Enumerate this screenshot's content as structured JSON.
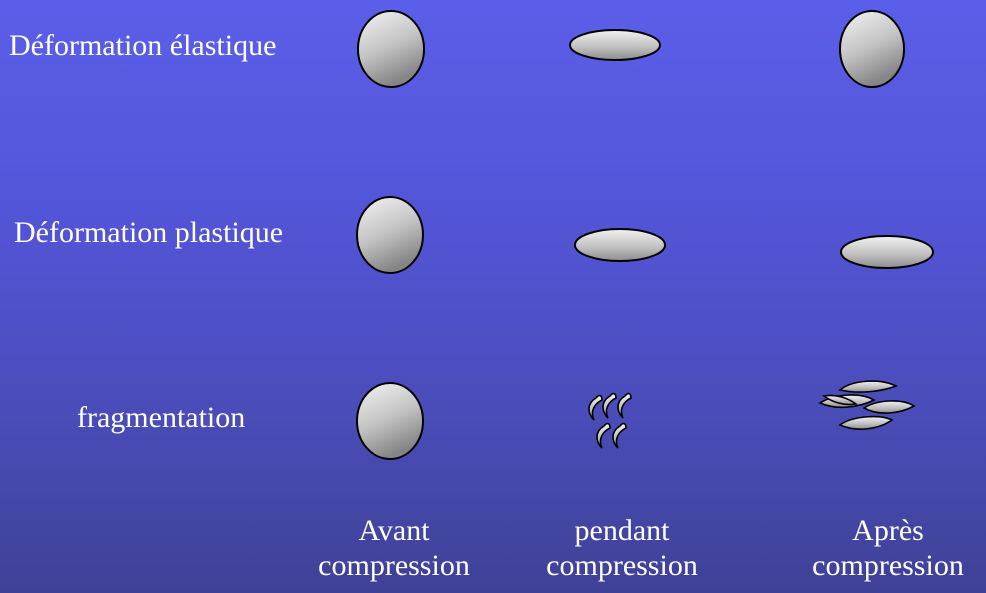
{
  "rows": [
    {
      "label": "Déformation élastique"
    },
    {
      "label": "Déformation plastique"
    },
    {
      "label": "fragmentation"
    }
  ],
  "columns": [
    {
      "line1": "Avant",
      "line2": "compression"
    },
    {
      "line1": "pendant",
      "line2": "compression"
    },
    {
      "line1": "Après",
      "line2": "compression"
    }
  ],
  "colors": {
    "background_top": "#5b5ee8",
    "background_bottom": "#3f4196",
    "particle_light": "#f2f2f2",
    "particle_dark": "#8a8a8a",
    "outline": "#000000",
    "text": "#ffffff"
  }
}
